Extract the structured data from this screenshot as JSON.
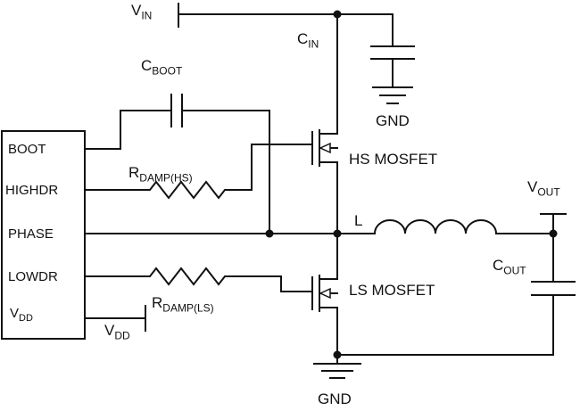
{
  "schematic": {
    "ic_pins": {
      "boot": "BOOT",
      "highdr": "HIGHDR",
      "phase": "PHASE",
      "lowdr": "LOWDR",
      "vdd": {
        "main": "V",
        "sub": "DD"
      }
    },
    "labels": {
      "vin": {
        "main": "V",
        "sub": "IN"
      },
      "cin": {
        "main": "C",
        "sub": "IN"
      },
      "gnd_top": "GND",
      "cboot": {
        "main": "C",
        "sub": "BOOT"
      },
      "rdamp_hs": {
        "main": "R",
        "sub": "DAMP(HS)"
      },
      "hs_mosfet": "HS MOSFET",
      "inductor": "L",
      "vout": {
        "main": "V",
        "sub": "OUT"
      },
      "cout": {
        "main": "C",
        "sub": "OUT"
      },
      "ls_mosfet": "LS MOSFET",
      "rdamp_ls": {
        "main": "R",
        "sub": "DAMP(LS)"
      },
      "vdd_supply": {
        "main": "V",
        "sub": "DD"
      },
      "gnd_bottom": "GND"
    },
    "colors": {
      "line": "#111111",
      "background": "#ffffff"
    }
  }
}
